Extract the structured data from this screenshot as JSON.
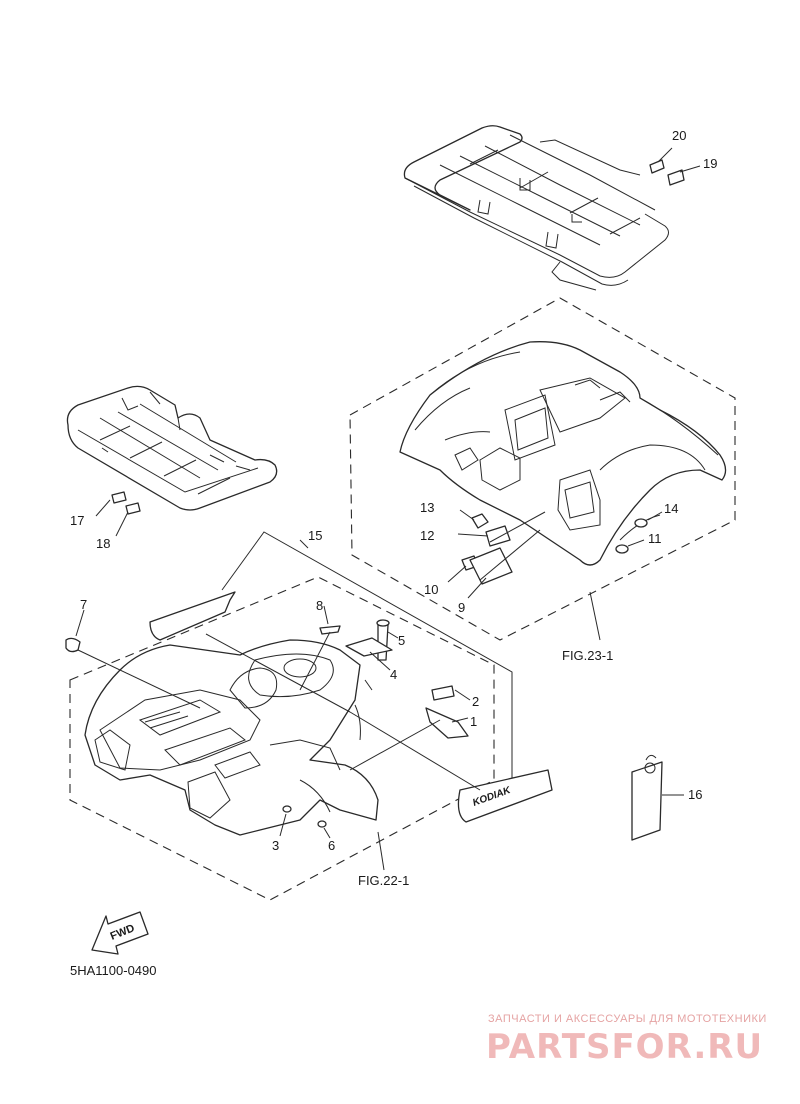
{
  "callouts": {
    "c1": "1",
    "c2": "2",
    "c3": "3",
    "c4": "4",
    "c5": "5",
    "c6": "6",
    "c7": "7",
    "c8": "8",
    "c9": "9",
    "c10": "10",
    "c11": "11",
    "c12": "12",
    "c13": "13",
    "c14": "14",
    "c15": "15",
    "c16": "16",
    "c17": "17",
    "c18": "18",
    "c19": "19",
    "c20": "20"
  },
  "figures": {
    "rear": "FIG.23-1",
    "front": "FIG.22-1"
  },
  "diagram_code": "5HA1100-0490",
  "fwd_label": "FWD",
  "decal_text": "KODIAK",
  "watermark": {
    "tagline": "ЗАПЧАСТИ И АКСЕССУАРЫ ДЛЯ МОТОТЕХНИКИ",
    "brand": "PARTSFOR.RU"
  },
  "colors": {
    "line": "#2a2a2a",
    "watermark": "#f0b9b9"
  }
}
